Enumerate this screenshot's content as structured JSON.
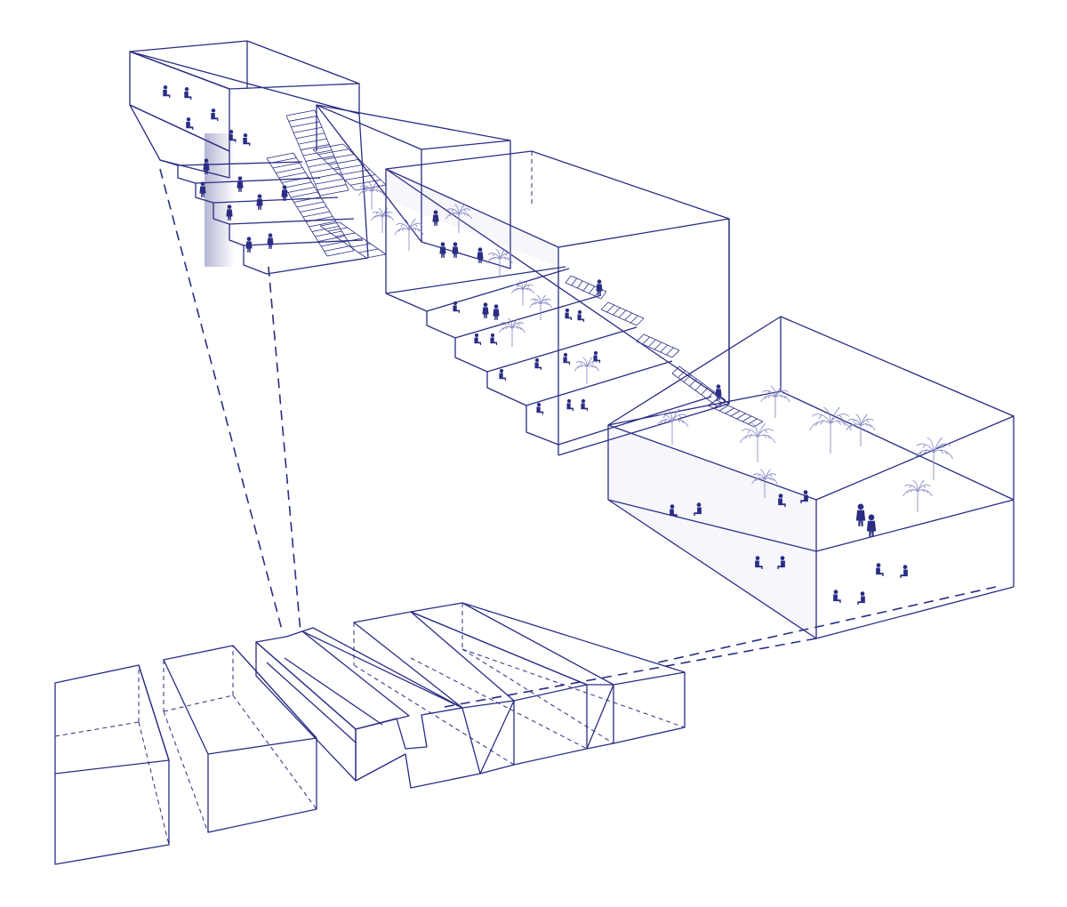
{
  "diagram": {
    "colors": {
      "ink": "#2a2d83",
      "fill_solid": "#26288a",
      "glass": "#8a8fd0",
      "plant": "#8d8ec7",
      "background": "#ffffff"
    },
    "views": [
      {
        "id": "upper-room",
        "kind": "exploded-volume",
        "contents": [
          "stepped-seating",
          "staircase",
          "people"
        ]
      },
      {
        "id": "middle-room",
        "kind": "exploded-volume",
        "contents": [
          "stepped-terraces",
          "staircase",
          "plants",
          "people"
        ]
      },
      {
        "id": "lower-room",
        "kind": "exploded-volume",
        "contents": [
          "two-levels",
          "plants",
          "people"
        ]
      }
    ],
    "massing_blocks": 6,
    "highlighted_block": 3
  }
}
